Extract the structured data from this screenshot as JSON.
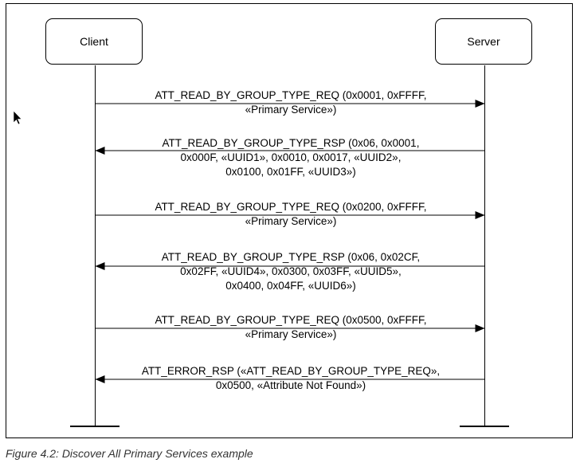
{
  "actors": {
    "client": "Client",
    "server": "Server"
  },
  "messages": [
    {
      "direction": "client-to-server",
      "lines": [
        "ATT_READ_BY_GROUP_TYPE_REQ (0x0001, 0xFFFF,",
        "«Primary Service»)"
      ]
    },
    {
      "direction": "server-to-client",
      "lines": [
        "ATT_READ_BY_GROUP_TYPE_RSP (0x06, 0x0001,",
        "0x000F, «UUID1», 0x0010, 0x0017, «UUID2»,",
        "0x0100, 0x01FF, «UUID3»)"
      ]
    },
    {
      "direction": "client-to-server",
      "lines": [
        "ATT_READ_BY_GROUP_TYPE_REQ (0x0200, 0xFFFF,",
        "«Primary Service»)"
      ]
    },
    {
      "direction": "server-to-client",
      "lines": [
        "ATT_READ_BY_GROUP_TYPE_RSP (0x06, 0x02CF,",
        "0x02FF, «UUID4», 0x0300, 0x03FF, «UUID5»,",
        "0x0400, 0x04FF, «UUID6»)"
      ]
    },
    {
      "direction": "client-to-server",
      "lines": [
        "ATT_READ_BY_GROUP_TYPE_REQ (0x0500, 0xFFFF,",
        "«Primary Service»)"
      ]
    },
    {
      "direction": "server-to-client",
      "lines": [
        "ATT_ERROR_RSP («ATT_READ_BY_GROUP_TYPE_REQ»,",
        "0x0500, «Attribute Not Found»)"
      ]
    }
  ],
  "caption": "Figure 4.2:  Discover All Primary Services example",
  "icons": {
    "cursor": "mouse-pointer-icon"
  }
}
